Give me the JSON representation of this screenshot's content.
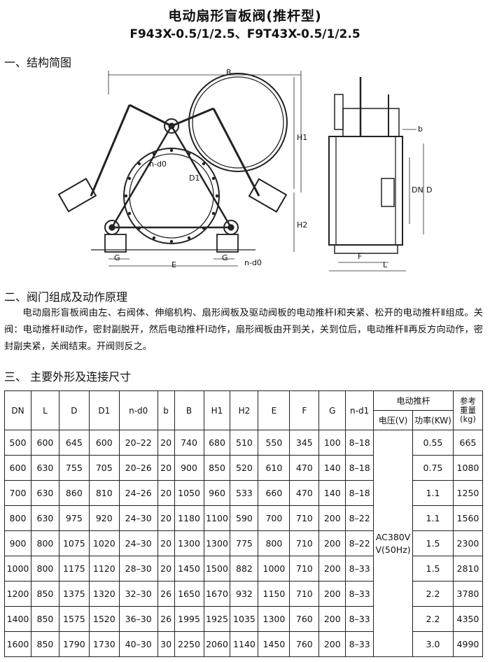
{
  "title": "电动扇形盲板阀(推杆型)",
  "models": "F943X-0.5/1/2.5、F9T43X-0.5/1/2.5",
  "section1": "一、结构简图",
  "section2": "二、阀门组成及动作原理",
  "section2_text": "电动扇形盲板阀由左、右阀体、伸缩机构、扇形阀板及驱动阀板的电动推杆Ⅰ和夹紧、松开的电动推杆Ⅱ组成。关阀：电动推杆Ⅱ动作，密封副脱开，然后电动推杆Ⅰ动作，扇形阀板由开到关，关到位后，电动推杆Ⅱ再反方向动作，密封副夹紧，关阀结束。开阀则反之。",
  "section3": "三、 主要外形及连接尺寸",
  "drawing_labels": {
    "B": "B",
    "H1": "H1",
    "H2": "H2",
    "D1": "D1",
    "nd0_a": "n-d0",
    "nd0_b": "n-d0",
    "G_left": "G",
    "G_right": "G",
    "E": "E",
    "b": "b",
    "DN": "DN",
    "D": "D",
    "F": "F",
    "L": "L"
  },
  "table": {
    "headers": [
      "DN",
      "L",
      "D",
      "D1",
      "n-d0",
      "b",
      "B",
      "H1",
      "H2",
      "E",
      "F",
      "G",
      "n-d1"
    ],
    "actuator_header": "电动推杆",
    "voltage_header": "电压(V)",
    "power_header": "功率(KW)",
    "weight_header_1": "参考",
    "weight_header_2": "重量",
    "weight_header_3": "(kg)",
    "voltage_value_1": "AC380V",
    "voltage_value_2": "V(50Hz)",
    "rows": [
      [
        "500",
        "600",
        "645",
        "600",
        "20–22",
        "20",
        "740",
        "680",
        "510",
        "550",
        "345",
        "100",
        "8–18",
        "0.55",
        "665"
      ],
      [
        "600",
        "630",
        "755",
        "705",
        "20–26",
        "20",
        "900",
        "850",
        "520",
        "610",
        "470",
        "140",
        "8–18",
        "0.75",
        "1080"
      ],
      [
        "700",
        "630",
        "860",
        "810",
        "24–26",
        "20",
        "1050",
        "960",
        "533",
        "660",
        "470",
        "140",
        "8–18",
        "1.1",
        "1250"
      ],
      [
        "800",
        "630",
        "975",
        "920",
        "24–30",
        "20",
        "1180",
        "1100",
        "590",
        "700",
        "710",
        "200",
        "8–22",
        "1.1",
        "1560"
      ],
      [
        "900",
        "800",
        "1075",
        "1020",
        "24–30",
        "20",
        "1300",
        "1300",
        "775",
        "800",
        "710",
        "200",
        "8–22",
        "1.5",
        "2300"
      ],
      [
        "1000",
        "800",
        "1175",
        "1120",
        "28–30",
        "20",
        "1450",
        "1500",
        "882",
        "1000",
        "710",
        "200",
        "8–33",
        "1.5",
        "2810"
      ],
      [
        "1200",
        "850",
        "1375",
        "1320",
        "32–30",
        "26",
        "1650",
        "1670",
        "932",
        "1150",
        "710",
        "200",
        "8–33",
        "2.2",
        "3780"
      ],
      [
        "1400",
        "850",
        "1575",
        "1520",
        "36–30",
        "26",
        "1995",
        "1925",
        "1035",
        "1300",
        "760",
        "200",
        "8–33",
        "2.2",
        "4350"
      ],
      [
        "1600",
        "850",
        "1790",
        "1730",
        "40–30",
        "30",
        "2250",
        "2060",
        "1140",
        "1450",
        "760",
        "200",
        "8–33",
        "3.0",
        "4990"
      ]
    ]
  }
}
